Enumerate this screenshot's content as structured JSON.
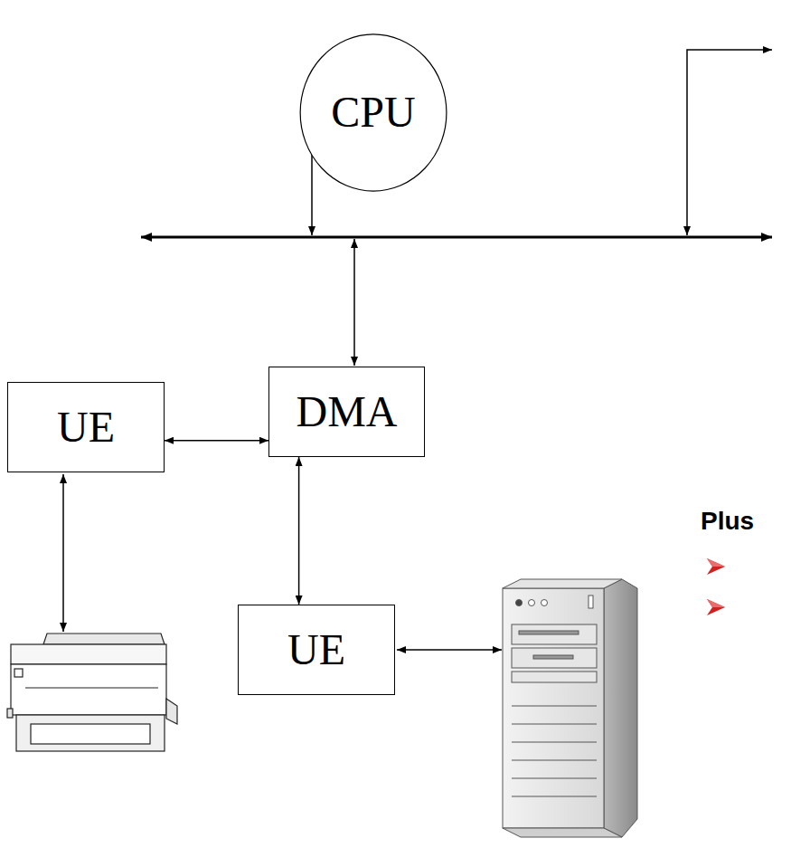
{
  "diagram": {
    "nodes": [
      {
        "text": [
          "CPU"
        ]
      },
      {
        "text": [
          "UE"
        ]
      },
      {
        "text": [
          "DMA"
        ]
      },
      {
        "text": [
          "UE"
        ]
      }
    ],
    "edges": [
      {
        "from": 1,
        "to": 2,
        "arrow": "both"
      },
      {
        "from": 2,
        "to": 3,
        "arrow": "both"
      }
    ],
    "labels": [
      "Plus"
    ]
  }
}
